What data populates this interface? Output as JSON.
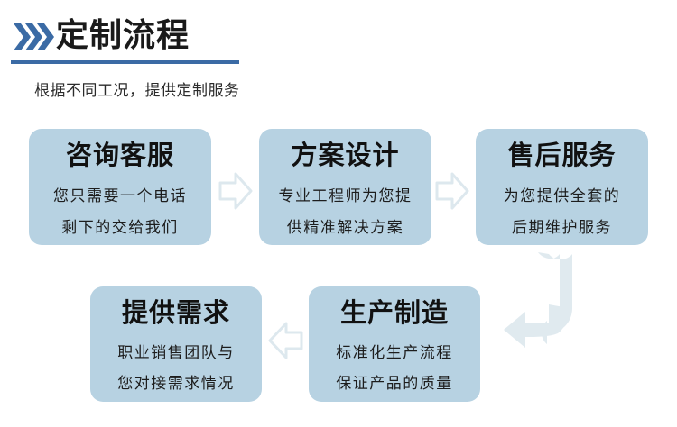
{
  "header": {
    "chevron_icon": "triple-chevron-right-icon",
    "title": "定制流程",
    "subtitle": "根据不同工况，提供定制服务",
    "accent_color": "#3b6ba5",
    "rule_color": "#3b6ba5"
  },
  "theme": {
    "card_background": "#b7d2e2",
    "card_title_color": "#111111",
    "card_body_color": "#1d1d1d",
    "arrow_fill": "#ffffff",
    "arrow_stroke": "#dde8ee",
    "curve_arrow_fill": "#dfeaef",
    "page_background": "#ffffff"
  },
  "flow": {
    "steps": [
      {
        "id": "consult",
        "title": "咨询客服",
        "lines": [
          "您只需要一个电话",
          "剩下的交给我们"
        ]
      },
      {
        "id": "design",
        "title": "方案设计",
        "lines": [
          "专业工程师为您提",
          "供精准解决方案"
        ]
      },
      {
        "id": "aftersales",
        "title": "售后服务",
        "lines": [
          "为您提供全套的",
          "后期维护服务"
        ]
      },
      {
        "id": "demand",
        "title": "提供需求",
        "lines": [
          "职业销售团队与",
          "您对接需求情况"
        ]
      },
      {
        "id": "production",
        "title": "生产制造",
        "lines": [
          "标准化生产流程",
          "保证产品的质量"
        ]
      }
    ],
    "connectors": [
      {
        "id": "consult-to-design",
        "icon": "arrow-right-icon"
      },
      {
        "id": "design-to-aftersales",
        "icon": "arrow-right-icon"
      },
      {
        "id": "production-to-demand",
        "icon": "arrow-left-icon"
      },
      {
        "id": "aftersales-to-production",
        "icon": "arrow-curve-down-left-icon"
      }
    ]
  }
}
